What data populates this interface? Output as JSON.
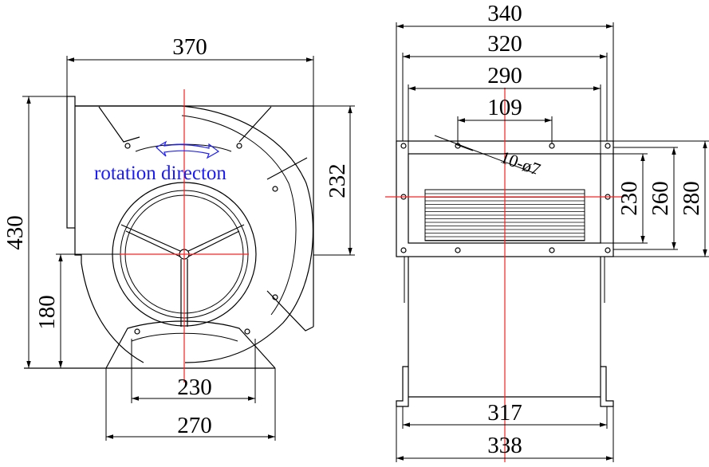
{
  "front_view": {
    "width_top": "370",
    "height_total": "430",
    "outlet_height": "232",
    "axis_height": "180",
    "base_inner": "230",
    "base_outer": "270",
    "rotation_label": "rotation directon"
  },
  "side_view": {
    "width_340": "340",
    "width_320": "320",
    "width_290": "290",
    "hole_spacing": "109",
    "hole_note": "10-ø7",
    "height_230": "230",
    "height_260": "260",
    "height_280": "280",
    "base_317": "317",
    "base_338": "338"
  },
  "colors": {
    "lines": "#000000",
    "centerlines": "#ff2020",
    "rotation": "#1a1aff"
  }
}
